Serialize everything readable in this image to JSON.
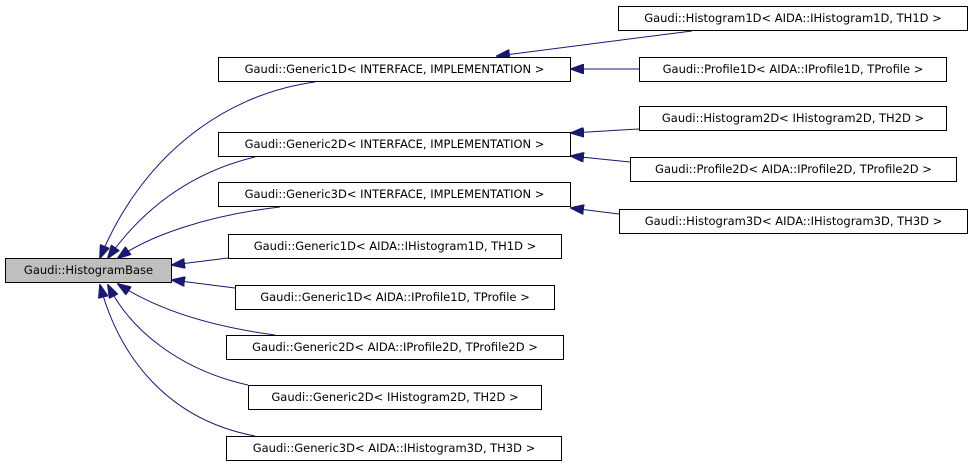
{
  "colors": {
    "edge": "#191970",
    "root_fill": "#bfbfbf",
    "node_fill": "#ffffff",
    "border": "#000000"
  },
  "nodes": {
    "root": "Gaudi::HistogramBase",
    "generic1d_interface": "Gaudi::Generic1D< INTERFACE, IMPLEMENTATION >",
    "generic2d_interface": "Gaudi::Generic2D< INTERFACE, IMPLEMENTATION >",
    "generic3d_interface": "Gaudi::Generic3D< INTERFACE, IMPLEMENTATION >",
    "generic1d_ihistogram1d": "Gaudi::Generic1D< AIDA::IHistogram1D, TH1D >",
    "generic1d_iprofile1d": "Gaudi::Generic1D< AIDA::IProfile1D, TProfile >",
    "generic2d_iprofile2d": "Gaudi::Generic2D< AIDA::IProfile2D, TProfile2D >",
    "generic2d_ihistogram2d": "Gaudi::Generic2D< IHistogram2D, TH2D >",
    "generic3d_ihistogram3d": "Gaudi::Generic3D< AIDA::IHistogram3D, TH3D >",
    "histogram1d": "Gaudi::Histogram1D< AIDA::IHistogram1D, TH1D >",
    "profile1d": "Gaudi::Profile1D< AIDA::IProfile1D, TProfile >",
    "histogram2d": "Gaudi::Histogram2D< IHistogram2D, TH2D >",
    "profile2d": "Gaudi::Profile2D< AIDA::IProfile2D, TProfile2D >",
    "histogram3d": "Gaudi::Histogram3D< AIDA::IHistogram3D, TH3D >"
  }
}
